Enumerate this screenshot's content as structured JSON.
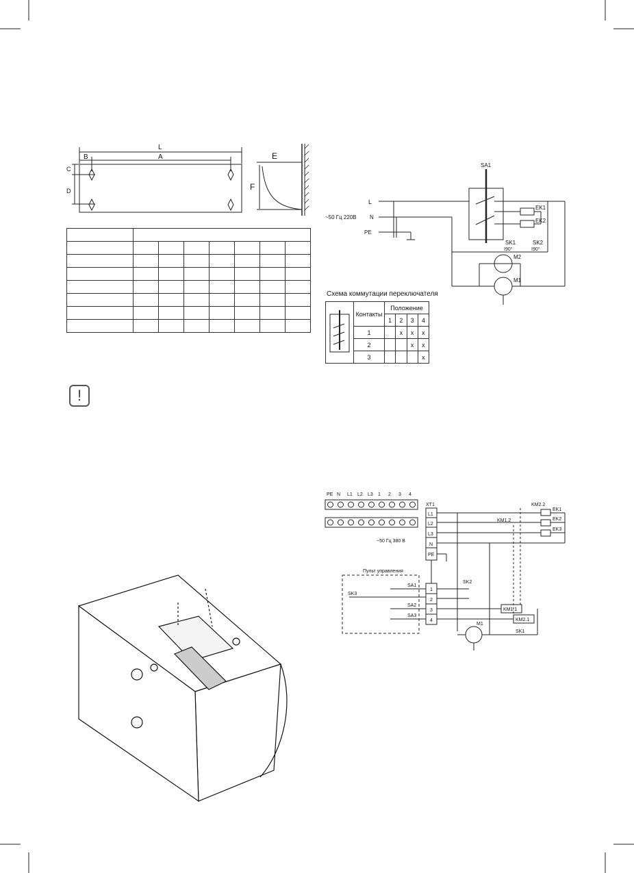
{
  "dimension_drawing": {
    "labels": {
      "L": "L",
      "A": "A",
      "B": "B",
      "C": "C",
      "D": "D",
      "E": "E",
      "F": "F"
    }
  },
  "switch_table": {
    "title": "Схема коммутации переключателя",
    "header_contacts": "Контакты",
    "header_position": "Положение",
    "positions": [
      "1",
      "2",
      "3",
      "4"
    ],
    "rows": [
      {
        "contact": "1",
        "marks": [
          "",
          "x",
          "x",
          "x"
        ]
      },
      {
        "contact": "2",
        "marks": [
          "",
          "",
          "x",
          "x"
        ]
      },
      {
        "contact": "3",
        "marks": [
          "",
          "",
          "",
          "x"
        ]
      }
    ]
  },
  "schematic_220": {
    "sa1": "SA1",
    "l": "L",
    "n": "N",
    "pe": "PE",
    "supply": "~50 Гц 220В",
    "ek1": "EK1",
    "ek2": "EK2",
    "sk1": "SK1",
    "sk1_angle": "Ι90°",
    "sk2": "SK2",
    "sk2_angle": "Ι90°",
    "m1": "M1",
    "m2": "M2"
  },
  "schematic_380": {
    "terminal_labels": [
      "PE",
      "N",
      "L1",
      "L2",
      "L3",
      "1",
      "2",
      "3",
      "4"
    ],
    "xt1": "XT1",
    "xt_rows": [
      "L1",
      "L2",
      "L3",
      "N",
      "PE",
      "1",
      "2",
      "3",
      "4"
    ],
    "supply": "~50 Гц 380 В",
    "panel": "Пульт управления",
    "sa1": "SA1",
    "sa2": "SA2",
    "sa3": "SA3",
    "sk1": "SK1",
    "sk2": "SK2",
    "sk3": "SK3",
    "km11": "KM1.1",
    "km12": "KM1.2",
    "km21": "KM2.1",
    "km22": "KM2.2",
    "ek1": "EK1",
    "ek2": "EK2",
    "ek3": "EK3",
    "m1": "M1"
  },
  "warning_icon": "exclamation-icon",
  "warning_symbol": "!"
}
